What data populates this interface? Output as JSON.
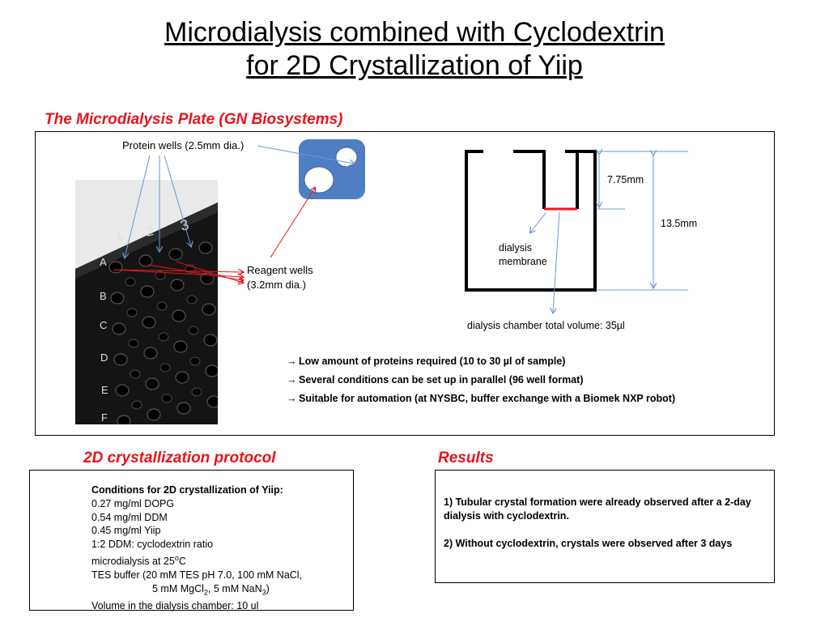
{
  "title": {
    "line1": "Microdialysis combined with Cyclodextrin",
    "line2": "for 2D Crystallization of Yiip"
  },
  "plate_section": {
    "heading": "The Microdialysis Plate (GN Biosystems)",
    "protein_wells_label": "Protein wells (2.5mm dia.)",
    "reagent_wells_label_1": "Reagent wells",
    "reagent_wells_label_2": "(3.2mm dia.)",
    "column_labels": [
      "1",
      "2",
      "3"
    ],
    "row_labels": [
      "A",
      "B",
      "C",
      "D",
      "E",
      "F"
    ],
    "depth_label": "7.75mm",
    "height_label": "13.5mm",
    "membrane_label_1": "dialysis",
    "membrane_label_2": "membrane",
    "volume_label": "dialysis chamber total volume: 35µl",
    "bullets": [
      "Low amount of proteins required (10 to 30 µl of sample)",
      "Several conditions can be set up in parallel (96 well format)",
      "Suitable for automation (at NYSBC, buffer exchange with a Biomek NXP robot)"
    ],
    "bullet_arrow": "→"
  },
  "protocol": {
    "heading": "2D crystallization protocol",
    "conditions_title": "Conditions for 2D crystallization of Yiip:",
    "lines": [
      "0.27 mg/ml DOPG",
      "0.54 mg/ml DDM",
      "0.45 mg/ml Yiip",
      "1:2 DDM: cyclodextrin ratio"
    ],
    "temp_prefix": "microdialysis at 25",
    "temp_sup": "o",
    "temp_suffix": "C",
    "buffer_line": "TES buffer (20 mM TES pH 7.0, 100 mM NaCl,",
    "mg_prefix": "5 mM MgCl",
    "mg_sub": "2",
    "na_prefix": ", 5 mM NaN",
    "na_sub": "3",
    "na_suffix": ")",
    "volume_line": "Volume in the dialysis chamber: 10 ul"
  },
  "results": {
    "heading": "Results",
    "items": [
      "1) Tubular crystal formation were already observed after a 2-day dialysis with cyclodextrin.",
      "2) Without cyclodextrin, crystals were observed after 3 days"
    ]
  },
  "colors": {
    "accent_red": "#e8141b",
    "well_blue": "#4f7fc2",
    "pointer_blue": "#6b95cf"
  }
}
